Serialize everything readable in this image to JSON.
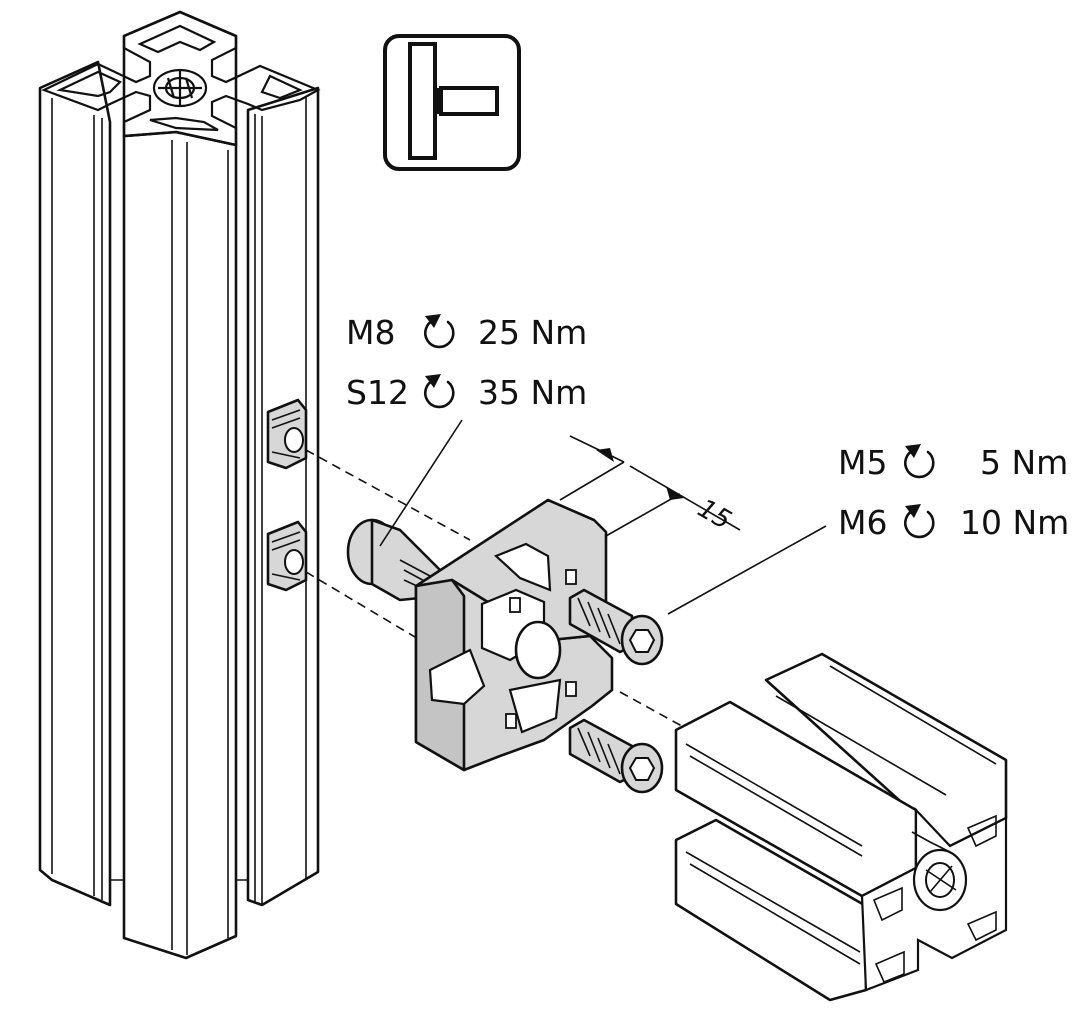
{
  "labels": {
    "m8_size": "M8",
    "m8_torque": "25 Nm",
    "s12_size": "S12",
    "s12_torque": "35 Nm",
    "m5_size": "M5",
    "m5_torque": "5 Nm",
    "m6_size": "M6",
    "m6_torque": "10 Nm",
    "dimension": "15"
  },
  "icons": {
    "tightening": "clockwise-tighten-arrow-icon",
    "connection_symbol": "t-joint-symbol-icon"
  },
  "colors": {
    "outline": "#111111",
    "part_fill": "#d7d7d7",
    "profile_fill": "#ffffff"
  }
}
